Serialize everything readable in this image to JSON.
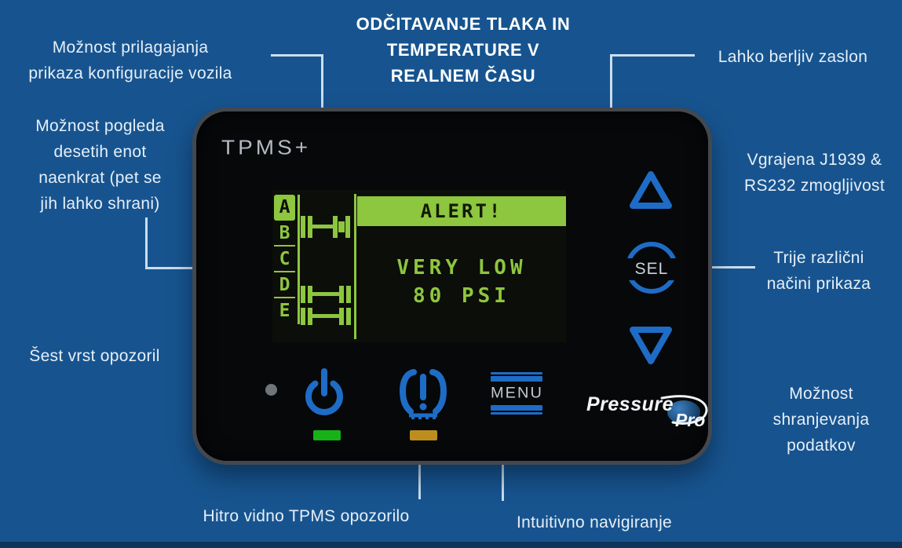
{
  "title": "ODČITAVANJE TLAKA IN\nTEMPERATURE V\nREALNEM ČASU",
  "callouts": {
    "customize_display": "Možnost prilagajanja\nprikaza konfiguracije vozila",
    "view_ten_units": "Možnost pogleda\ndesetih enot\nnaenkrat (pet se\njih lahko shrani)",
    "six_alert_types": "Šest vrst opozoril",
    "readable_screen": "Lahko berljiv zaslon",
    "j1939": "Vgrajena J1939 &\nRS232 zmogljivost",
    "three_display_modes": "Trije različni\nnačini prikaza",
    "data_storage": "Možnost\nshranjevanja\npodatkov",
    "visible_tpms_alert": "Hitro vidno TPMS opozorilo",
    "intuitive_navigation": "Intuitivno navigiranje"
  },
  "device": {
    "brand": "TPMS+",
    "screen": {
      "alert_banner": "ALERT!",
      "status_line1": "VERY LOW",
      "status_line2": "80 PSI",
      "slots": [
        "A",
        "B",
        "C",
        "D",
        "E"
      ],
      "selected_slot": "A"
    },
    "buttons": {
      "select_label": "SEL",
      "menu_label": "MENU"
    },
    "logo": {
      "line1": "Pressure",
      "line2": "Pro"
    }
  },
  "icons": [
    "up-arrow-icon",
    "down-arrow-icon",
    "sel-circle-icon",
    "power-icon",
    "tpms-warning-icon",
    "menu-bars-icon",
    "tractor-axles-icon",
    "trailer-axles-icon",
    "status-dot-led",
    "power-green-led",
    "alert-amber-led"
  ],
  "colors": {
    "background": "#17548F",
    "bottom_bar": "#0E3459",
    "label_text": "#E6EFF8",
    "callout_line": "#CBDEEF",
    "device_body": "#07080A",
    "device_bezel": "#43484E",
    "lcd_green": "#8DC63F",
    "button_blue": "#1E6CC6",
    "power_led_green": "#17B217",
    "alert_led_amber": "#BD8E1E",
    "sel_text_silver": "#CBD2D9"
  }
}
